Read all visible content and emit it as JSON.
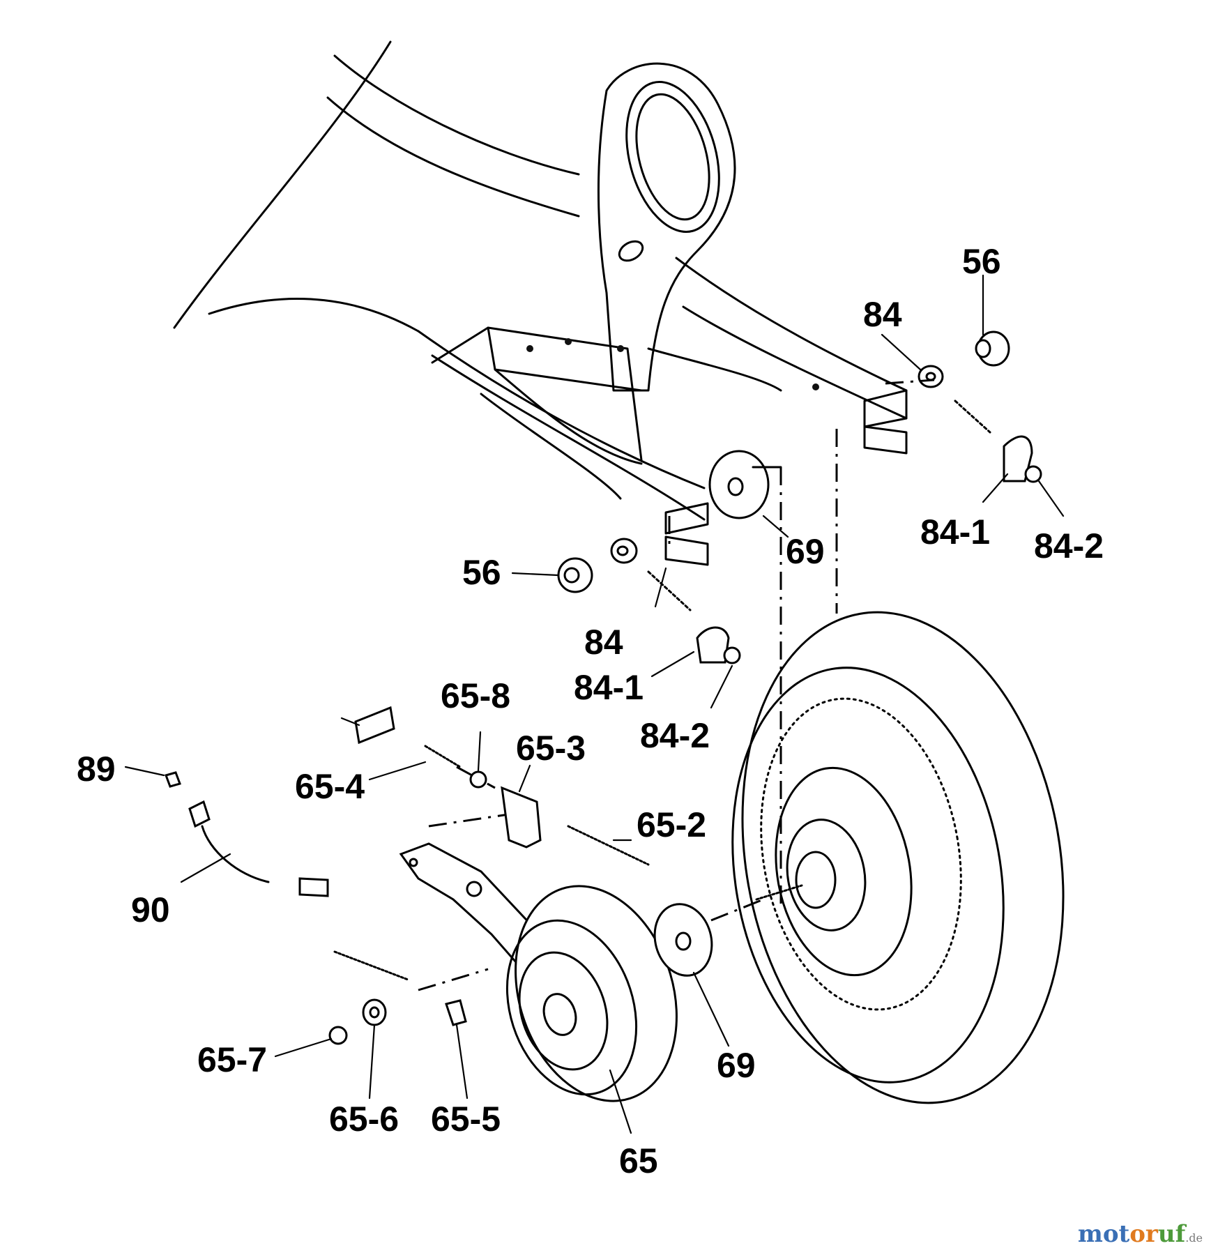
{
  "labels": {
    "l56a": "56",
    "l84a": "84",
    "l84_1a": "84-1",
    "l84_2a": "84-2",
    "l69a": "69",
    "l56b": "56",
    "l84b": "84",
    "l84_1b": "84-1",
    "l84_2b": "84-2",
    "l65_8": "65-8",
    "l65_3": "65-3",
    "l65_4": "65-4",
    "l89": "89",
    "l65_2": "65-2",
    "l90": "90",
    "l65_7": "65-7",
    "l65_6": "65-6",
    "l65_5": "65-5",
    "l69b": "69",
    "l65": "65"
  },
  "watermark": {
    "p1": "mot",
    "p2": "or",
    "p3": "uf",
    "p4": ".de"
  }
}
